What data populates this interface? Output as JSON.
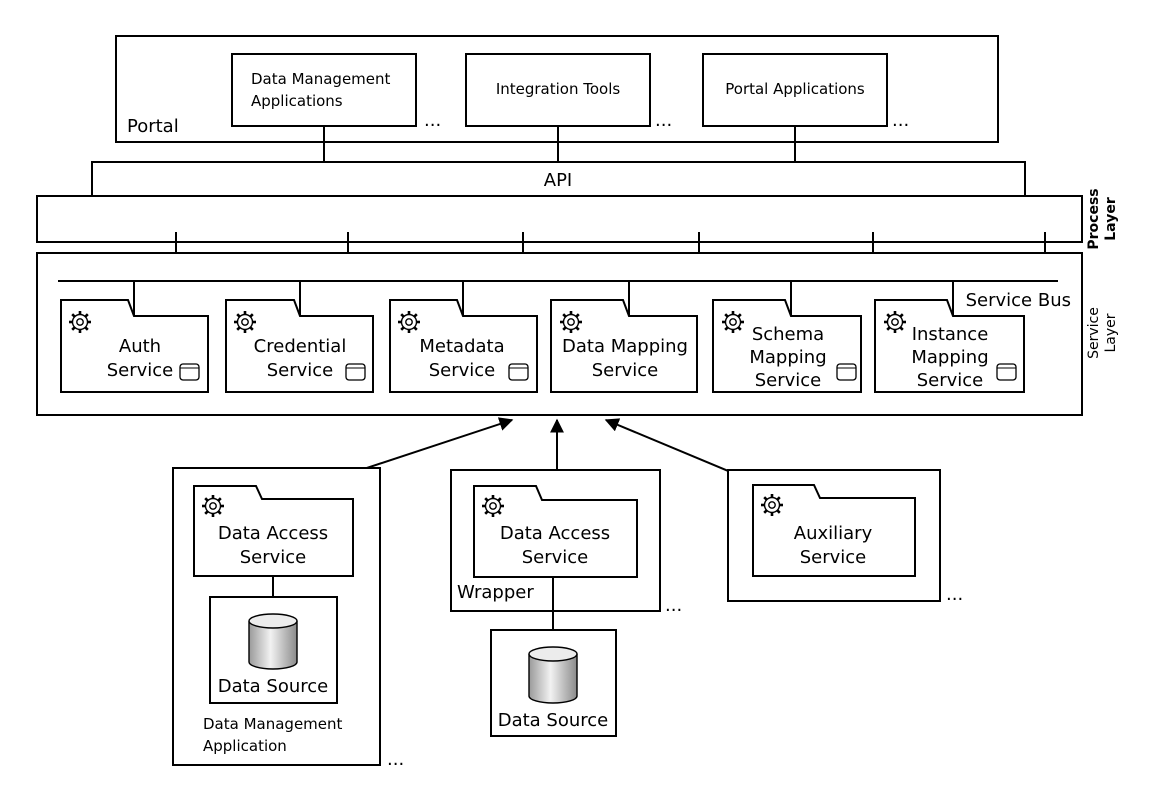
{
  "portal": {
    "label": "Portal",
    "apps": [
      {
        "lines": [
          "Data Management",
          "Applications"
        ]
      },
      {
        "lines": [
          "Integration Tools"
        ]
      },
      {
        "lines": [
          "Portal Applications"
        ]
      }
    ],
    "ellipsis": "..."
  },
  "api_label": "API",
  "process_layer_label": [
    "Process",
    "Layer"
  ],
  "service_layer": {
    "side_label": [
      "Service",
      "Layer"
    ],
    "bus_label": "Service Bus",
    "services": [
      {
        "lines": [
          "Auth",
          "Service"
        ],
        "has_db": true
      },
      {
        "lines": [
          "Credential",
          "Service"
        ],
        "has_db": true
      },
      {
        "lines": [
          "Metadata",
          "Service"
        ],
        "has_db": true
      },
      {
        "lines": [
          "Data Mapping",
          "Service"
        ],
        "has_db": false
      },
      {
        "lines": [
          "Schema",
          "Mapping",
          "Service"
        ],
        "has_db": true
      },
      {
        "lines": [
          "Instance",
          "Mapping",
          "Service"
        ],
        "has_db": true
      }
    ]
  },
  "bottom": {
    "dma": {
      "service": [
        "Data Access",
        "Service"
      ],
      "source": "Data Source",
      "caption": [
        "Data Management",
        "Application"
      ],
      "ellipsis": "..."
    },
    "wrapper": {
      "service": [
        "Data Access",
        "Service"
      ],
      "label": "Wrapper",
      "source": "Data Source",
      "ellipsis": "..."
    },
    "auxiliary": {
      "service": [
        "Auxiliary",
        "Service"
      ],
      "ellipsis": "..."
    }
  },
  "icons": {
    "gear": "gear-icon",
    "database": "database-icon"
  }
}
